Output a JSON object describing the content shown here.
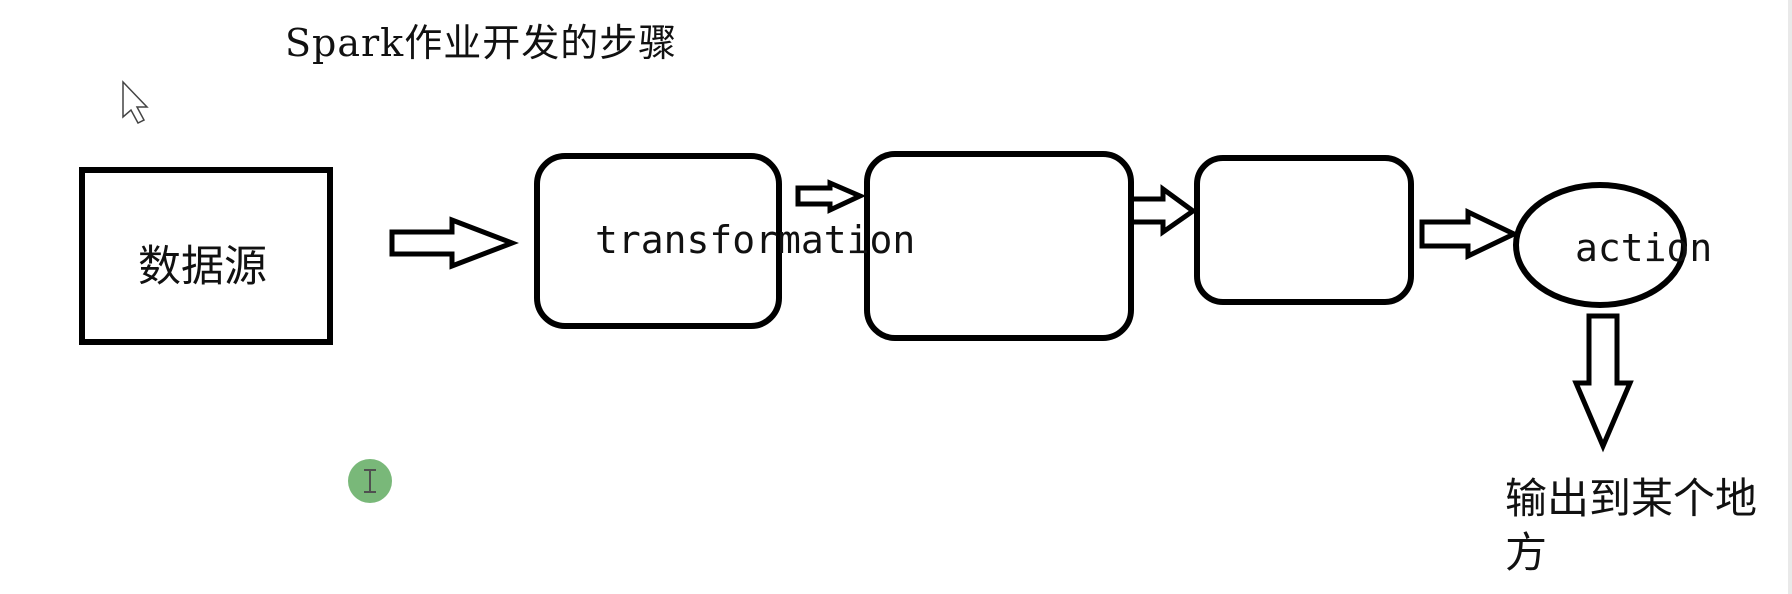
{
  "title": "Spark作业开发的步骤",
  "nodes": {
    "data_source": "数据源",
    "transformation": "transformation",
    "action": "action",
    "output": "输出到某个地方"
  },
  "colors": {
    "stroke": "#000000",
    "background": "#ffffff",
    "cursor_badge": "#79b879"
  }
}
